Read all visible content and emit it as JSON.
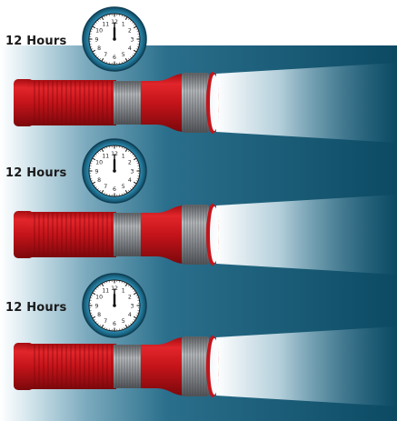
{
  "rows": [
    {
      "label": "12 Hours",
      "clock": {
        "hour": 12,
        "minute": 0
      }
    },
    {
      "label": "12 Hours",
      "clock": {
        "hour": 12,
        "minute": 0
      }
    },
    {
      "label": "12 Hours",
      "clock": {
        "hour": 12,
        "minute": 0
      }
    }
  ],
  "clock_numerals": [
    "12",
    "1",
    "2",
    "3",
    "4",
    "5",
    "6",
    "7",
    "8",
    "9",
    "10",
    "11"
  ],
  "colors": {
    "background_dark": "#0c4a63",
    "beam_light": "#e9f3f7",
    "flashlight_red": "#d3141b",
    "flashlight_dark_red": "#8e0a0f",
    "metal_gray": "#8c8f93",
    "clock_rim": "#1b6e8f",
    "clock_face": "#ffffff"
  },
  "icons": [
    "clock-icon",
    "flashlight-icon"
  ]
}
